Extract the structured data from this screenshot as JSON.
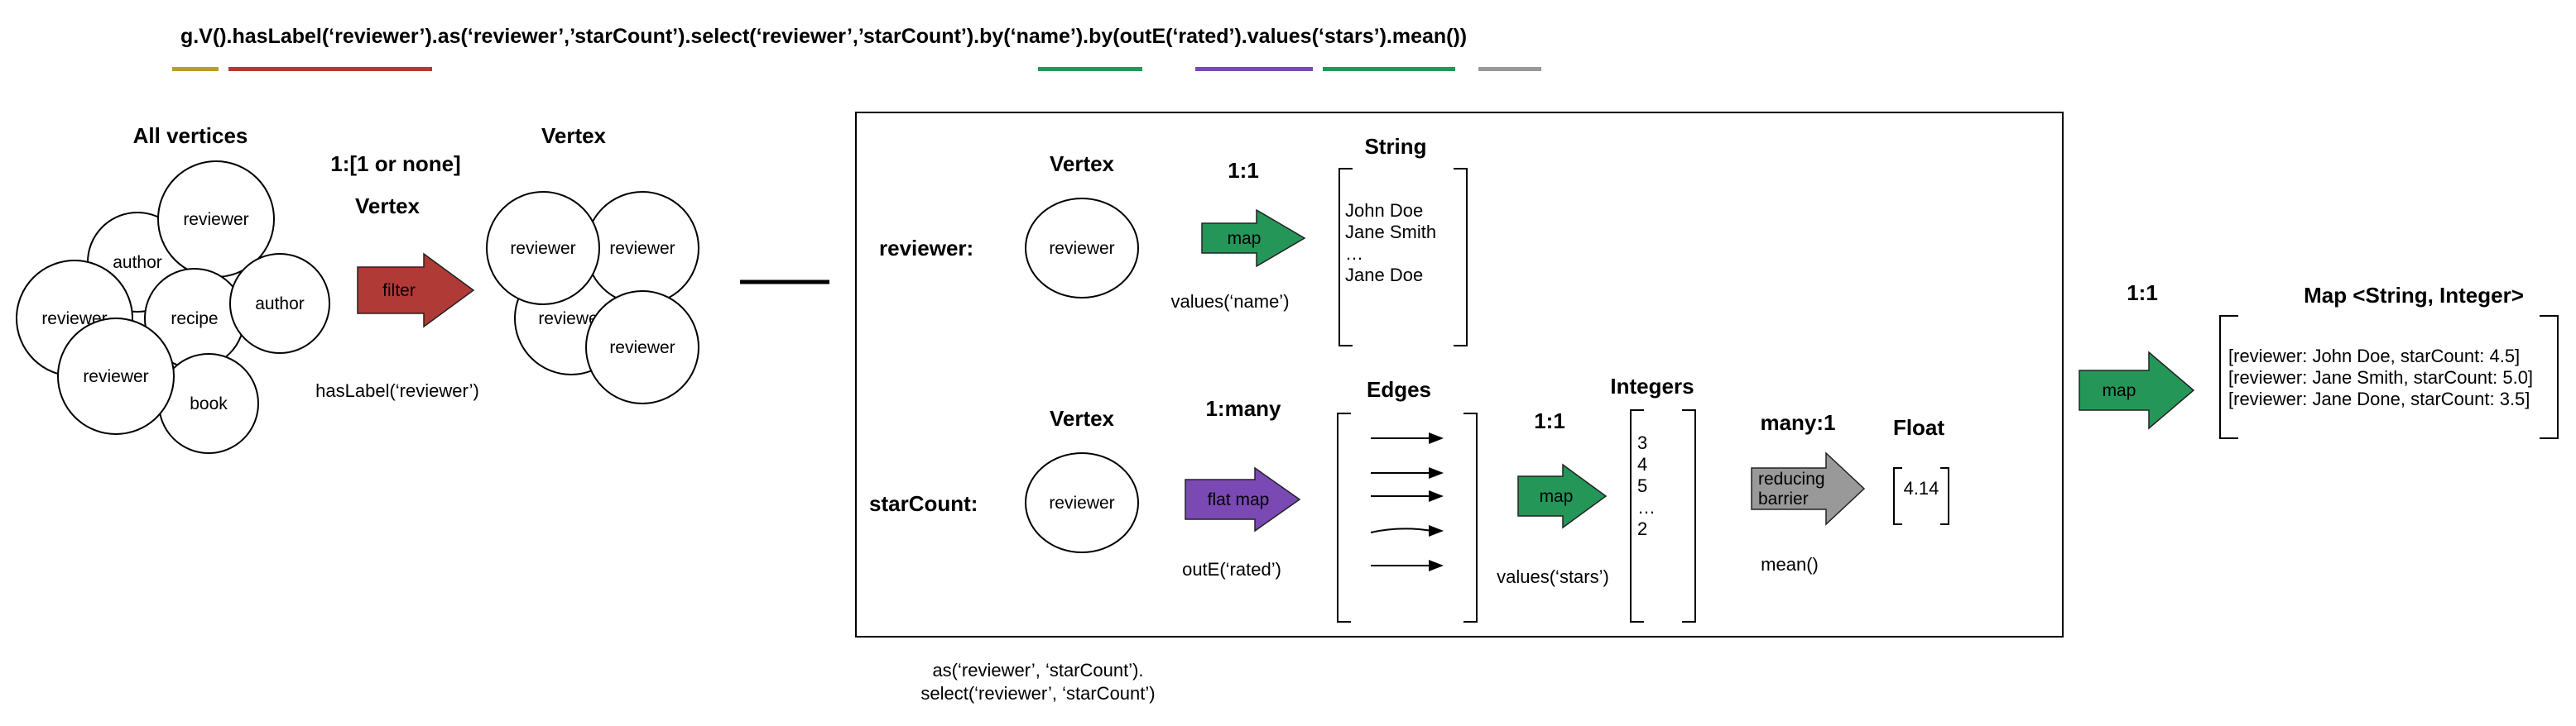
{
  "query": "g.V().hasLabel(‘reviewer’).as(‘reviewer’,’starCount’).select(‘reviewer’,’starCount’).by(‘name’).by(outE(‘rated’).values(‘stars’).mean())",
  "colors": {
    "olive": "#b5a02a",
    "red": "#b03a36",
    "green": "#249658",
    "purple": "#7b49b4",
    "gray": "#999999"
  },
  "filter_stage": {
    "heading_left": "All vertices",
    "cardinality": "1:[1 or none]",
    "type_label": "Vertex",
    "arrow_label": "filter",
    "step": "hasLabel(‘reviewer’)",
    "heading_right": "Vertex",
    "all_vertices": [
      "reviewer",
      "author",
      "reviewer",
      "recipe",
      "author",
      "reviewer",
      "book"
    ],
    "filtered_vertices": [
      "reviewer",
      "reviewer",
      "reviewer",
      "reviewer"
    ]
  },
  "select_box": {
    "reviewer_row": {
      "label": "reviewer:",
      "vertex_heading": "Vertex",
      "vertex": "reviewer",
      "cardinality": "1:1",
      "arrow_label": "map",
      "step": "values(‘name’)",
      "result_heading": "String",
      "results": [
        "John Doe",
        "Jane Smith",
        "…",
        "Jane Doe"
      ]
    },
    "starcount_row": {
      "label": "starCount:",
      "vertex_heading": "Vertex",
      "vertex": "reviewer",
      "cardinality": "1:many",
      "arrow_label": "flat map",
      "step": "outE(‘rated’)",
      "edges_heading": "Edges",
      "map_cardinality": "1:1",
      "map_label": "map",
      "map_step": "values(‘stars’)",
      "integers_heading": "Integers",
      "integers": [
        "3",
        "4",
        "5",
        "…",
        "2"
      ],
      "reduce_cardinality": "many:1",
      "reduce_label": [
        "reducing",
        "barrier"
      ],
      "reduce_step": "mean()",
      "float_heading": "Float",
      "float_value": "4.14"
    },
    "caption": [
      "as(‘reviewer’, ‘starCount’).",
      "select(‘reviewer’, ‘starCount’)"
    ]
  },
  "output_stage": {
    "cardinality": "1:1",
    "arrow_label": "map",
    "heading": "Map <String, Integer>",
    "entries": [
      "[reviewer: John Doe, starCount: 4.5]",
      "[reviewer: Jane Smith, starCount: 5.0]",
      "[reviewer: Jane Done, starCount: 3.5]"
    ]
  }
}
